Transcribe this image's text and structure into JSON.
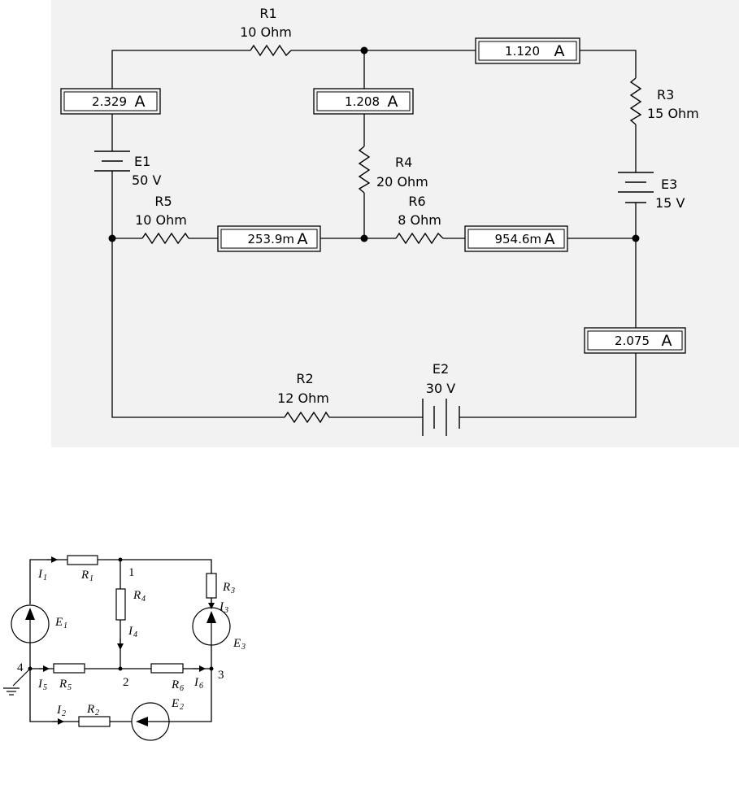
{
  "simulation": {
    "components": {
      "R1": {
        "name": "R1",
        "value": "10  Ohm"
      },
      "R2": {
        "name": "R2",
        "value": "12  Ohm"
      },
      "R3": {
        "name": "R3",
        "value": "15  Ohm"
      },
      "R4": {
        "name": "R4",
        "value": "20  Ohm"
      },
      "R5": {
        "name": "R5",
        "value": "10  Ohm"
      },
      "R6": {
        "name": "R6",
        "value": "8  Ohm"
      },
      "E1": {
        "name": "E1",
        "value": "50 V"
      },
      "E2": {
        "name": "E2",
        "value": "30 V"
      },
      "E3": {
        "name": "E3",
        "value": "15 V"
      }
    },
    "ammeters": {
      "a1": {
        "reading": "2.329",
        "unit": "A"
      },
      "a2": {
        "reading": "1.208",
        "unit": "A"
      },
      "a3": {
        "reading": "1.120",
        "unit": "A"
      },
      "a4": {
        "reading": "253.9m",
        "unit": "A"
      },
      "a5": {
        "reading": "954.6m",
        "unit": "A"
      },
      "a6": {
        "reading": "2.075",
        "unit": "A"
      }
    }
  },
  "schematic": {
    "nodes": {
      "n1": "1",
      "n2": "2",
      "n3": "3",
      "n4": "4"
    },
    "labels": {
      "R": "R",
      "I": "I",
      "E": "E",
      "s1": "1",
      "s2": "2",
      "s3": "3",
      "s4": "4",
      "s5": "5",
      "s6": "6"
    }
  }
}
